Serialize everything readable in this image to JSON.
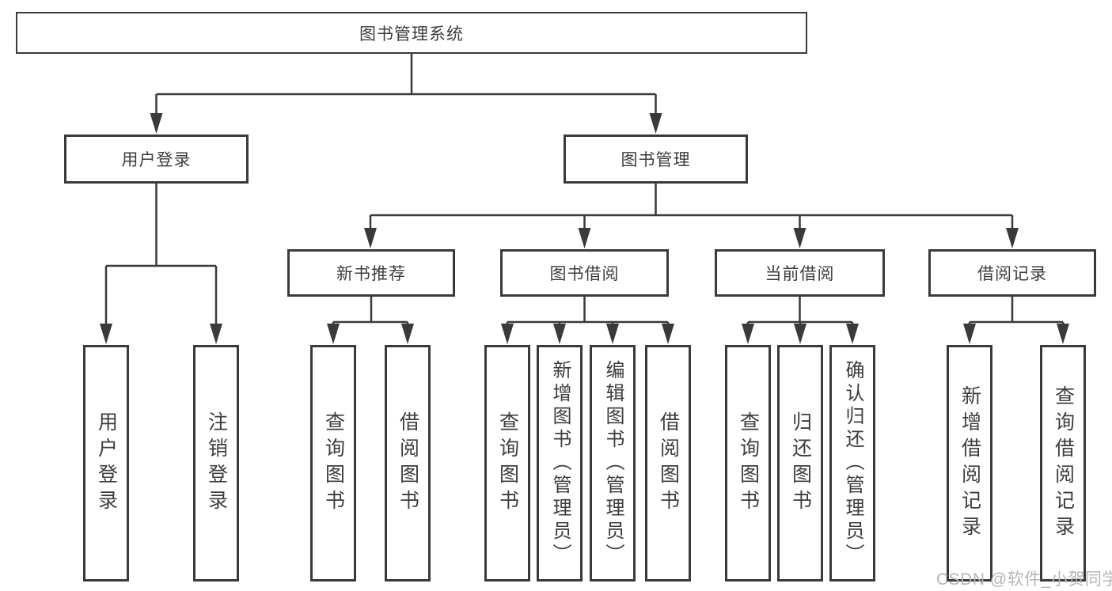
{
  "diagram": {
    "root": {
      "label": "图书管理系统"
    },
    "branches": [
      {
        "label": "用户登录"
      },
      {
        "label": "图书管理"
      }
    ],
    "modules": [
      {
        "label": "新书推荐"
      },
      {
        "label": "图书借阅"
      },
      {
        "label": "当前借阅"
      },
      {
        "label": "借阅记录"
      }
    ],
    "leaves": [
      {
        "label": "用户登录"
      },
      {
        "label": "注销登录"
      },
      {
        "label": "查询图书"
      },
      {
        "label": "借阅图书"
      },
      {
        "label": "查询图书"
      },
      {
        "label": "新增图书（管理员）"
      },
      {
        "label": "编辑图书（管理员）"
      },
      {
        "label": "借阅图书"
      },
      {
        "label": "查询图书"
      },
      {
        "label": "归还图书"
      },
      {
        "label": "确认归还（管理员）"
      },
      {
        "label": "新增借阅记录"
      },
      {
        "label": "查询借阅记录"
      }
    ]
  },
  "watermark": {
    "text": "CSDN @软件_小贺同学"
  },
  "colors": {
    "line": "#3a3a3a",
    "text": "#3d3d3d",
    "background": "#ffffff",
    "watermark": "#b5b5b5"
  }
}
